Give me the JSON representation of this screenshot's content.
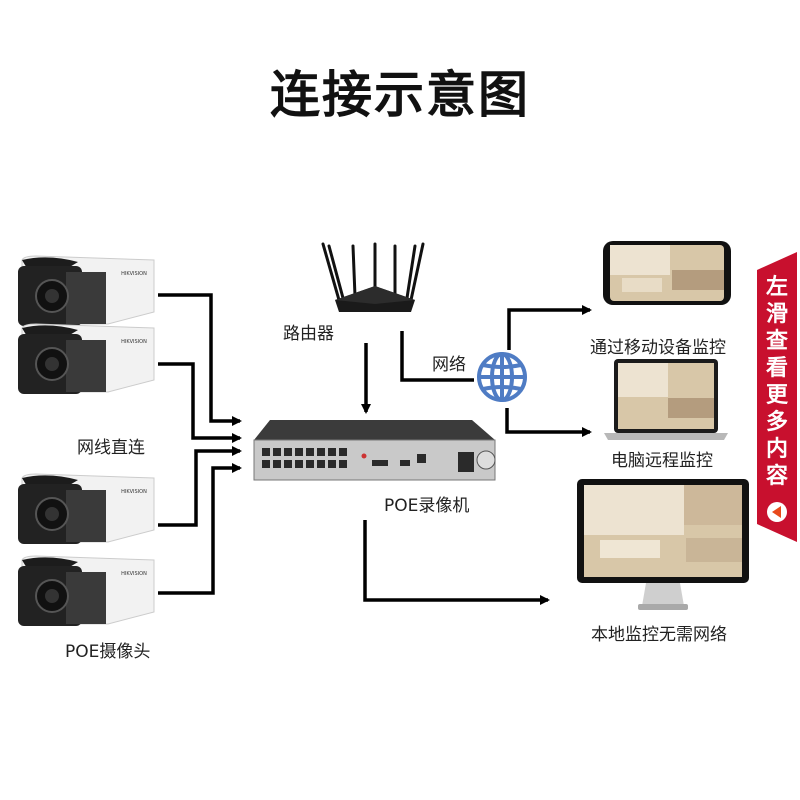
{
  "title": "连接示意图",
  "nodes": {
    "cameras_group_top": {
      "label": "网线直连"
    },
    "cameras_group_bottom": {
      "label": "POE摄像头"
    },
    "router": {
      "label": "路由器"
    },
    "network": {
      "label": "网络",
      "icon": "globe-icon",
      "color": "#4f7cc4"
    },
    "nvr": {
      "label": "POE录像机"
    },
    "phone": {
      "label": "通过移动设备监控"
    },
    "laptop": {
      "label": "电脑远程监控"
    },
    "monitor": {
      "label": "本地监控无需网络"
    }
  },
  "camera_brand": "HIKVISION",
  "side_banner": {
    "text": "左滑查看更多内容",
    "icon": "left-arrow-icon",
    "color": "#c8102e"
  },
  "edges": [
    {
      "from": "camera-1",
      "to": "nvr"
    },
    {
      "from": "camera-2",
      "to": "nvr"
    },
    {
      "from": "camera-3",
      "to": "nvr"
    },
    {
      "from": "camera-4",
      "to": "nvr"
    },
    {
      "from": "router",
      "to": "nvr"
    },
    {
      "from": "router",
      "to": "network"
    },
    {
      "from": "network",
      "to": "phone"
    },
    {
      "from": "network",
      "to": "laptop"
    },
    {
      "from": "nvr",
      "to": "monitor"
    }
  ]
}
